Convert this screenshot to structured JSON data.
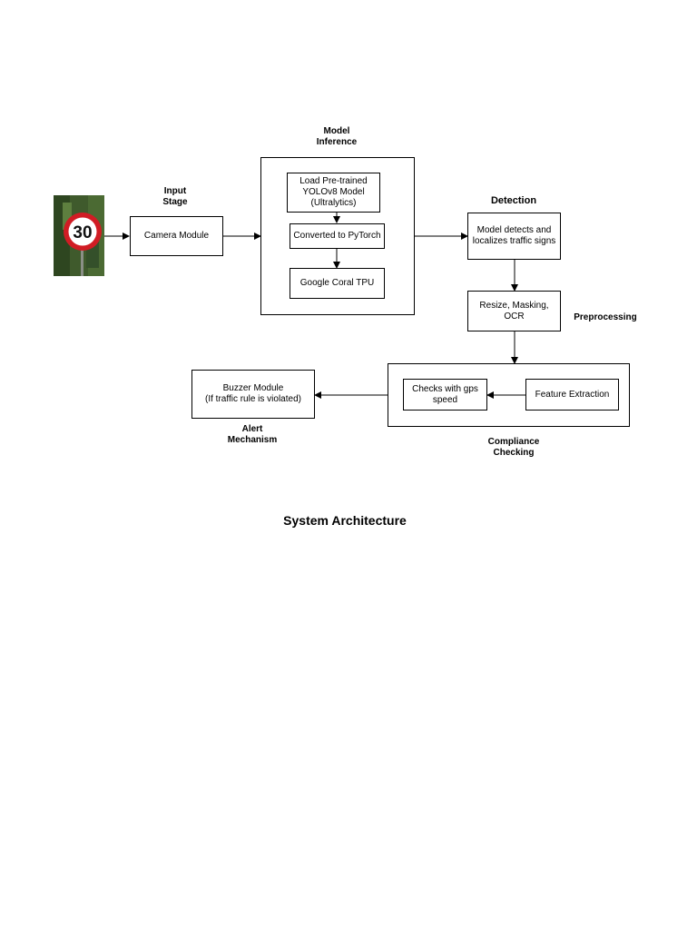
{
  "caption": "System Architecture",
  "stage_labels": {
    "model_inference": "Model\nInference",
    "input_stage": "Input\nStage",
    "detection": "Detection",
    "preprocessing": "Preprocessing",
    "alert_mechanism": "Alert\nMechanism",
    "compliance_checking": "Compliance\nChecking"
  },
  "nodes": {
    "camera_module": "Camera Module",
    "load_model": "Load Pre-trained\nYOLOv8 Model\n(Ultralytics)",
    "converted_pytorch": "Converted to PyTorch",
    "google_coral": "Google Coral TPU",
    "model_detects": "Model detects and\nlocalizes traffic signs",
    "resize_masking": "Resize, Masking,\nOCR",
    "feature_extraction": "Feature Extraction",
    "checks_gps": "Checks with gps\nspeed",
    "buzzer_module": "Buzzer Module\n(If traffic rule is violated)"
  },
  "sign": {
    "speed_limit": "30"
  }
}
